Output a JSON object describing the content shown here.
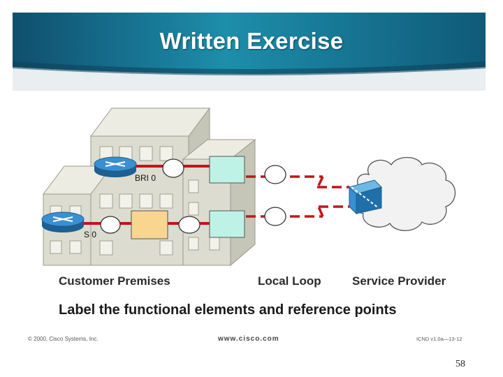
{
  "slide": {
    "title": "Written Exercise",
    "instruction": "Label the functional elements and reference points",
    "page_number": "58"
  },
  "diagram": {
    "interfaces": {
      "upper": "BRI 0",
      "lower": "S 0"
    },
    "sections": {
      "customer": "Customer Premises",
      "local_loop": "Local Loop",
      "provider": "Service Provider"
    }
  },
  "footer": {
    "copyright": "© 2000, Cisco Systems, Inc.",
    "website": "www.cisco.com",
    "course_code": "ICND v1.0a—13-12"
  },
  "colors": {
    "banner": "#1c7f9c",
    "building": "#dcdcd0",
    "red_link": "#c0151b",
    "cyan_box": "#bff2e6",
    "tan_box": "#f8d690",
    "router": "#2a7fbf"
  }
}
